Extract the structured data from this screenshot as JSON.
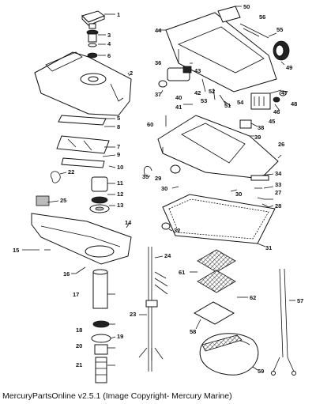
{
  "caption": "MercuryPartsOnline v2.5.1 (Image Copyright- Mercury Marine)",
  "callouts": [
    "1",
    "2",
    "3",
    "4",
    "5",
    "6",
    "7",
    "8",
    "9",
    "10",
    "11",
    "12",
    "13",
    "14",
    "15",
    "16",
    "17",
    "18",
    "19",
    "20",
    "21",
    "22",
    "23",
    "24",
    "25",
    "26",
    "27",
    "28",
    "29",
    "30",
    "30",
    "31",
    "32",
    "33",
    "34",
    "35",
    "36",
    "37",
    "38",
    "39",
    "40",
    "41",
    "42",
    "43",
    "44",
    "45",
    "46",
    "47",
    "48",
    "49",
    "50",
    "51",
    "52",
    "53",
    "54",
    "55",
    "56",
    "57",
    "58",
    "59",
    "60",
    "61",
    "62"
  ]
}
